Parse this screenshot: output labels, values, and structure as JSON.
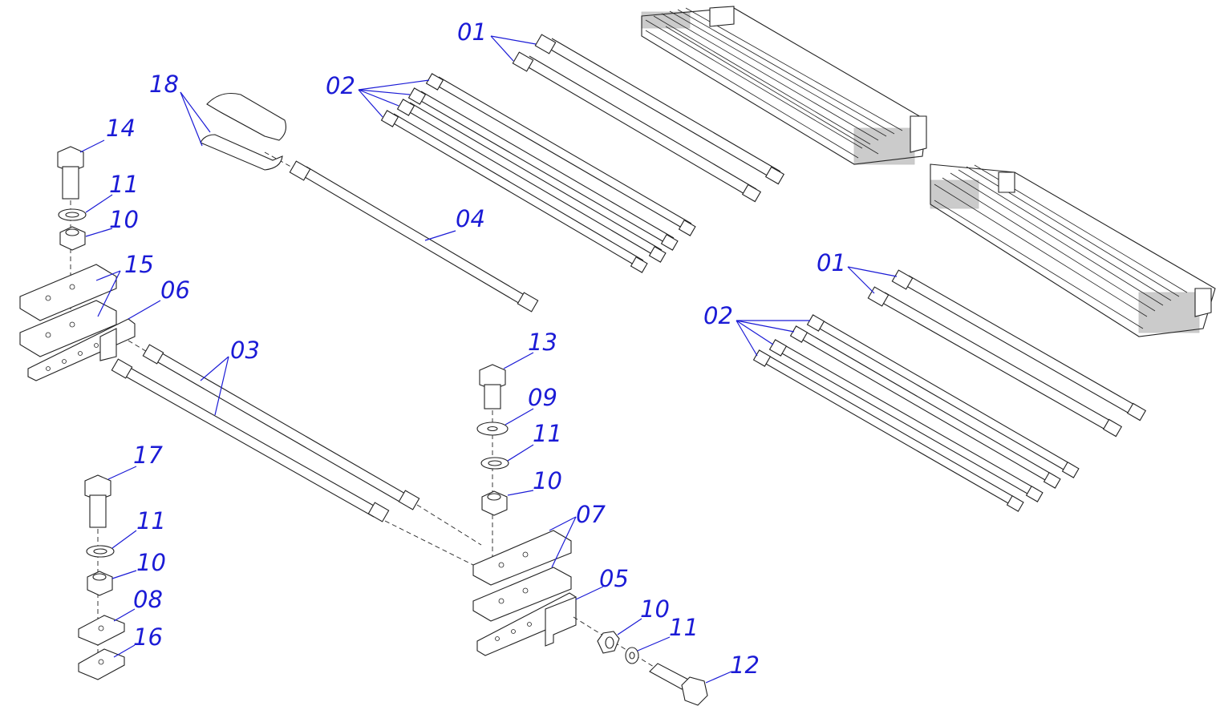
{
  "diagram": {
    "labels": {
      "l01a": "01",
      "l01b": "01",
      "l02a": "02",
      "l02b": "02",
      "l03": "03",
      "l04": "04",
      "l05": "05",
      "l06": "06",
      "l07": "07",
      "l08": "08",
      "l09": "09",
      "l10a": "10",
      "l10b": "10",
      "l10c": "10",
      "l10d": "10",
      "l11a": "11",
      "l11b": "11",
      "l11c": "11",
      "l11d": "11",
      "l12": "12",
      "l13": "13",
      "l14": "14",
      "l15": "15",
      "l16": "16",
      "l17": "17",
      "l18": "18"
    },
    "callout_color": "#1b1bd6",
    "line_color": "#222222"
  }
}
